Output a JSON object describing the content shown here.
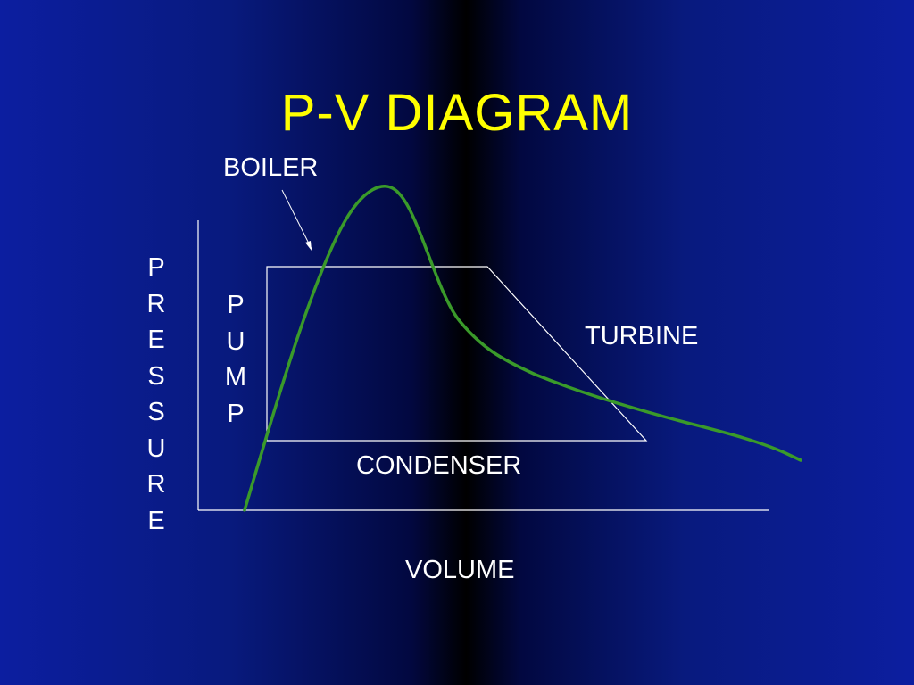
{
  "title": "P-V DIAGRAM",
  "labels": {
    "boiler": "BOILER",
    "turbine": "TURBINE",
    "condenser": "CONDENSER",
    "volume": "VOLUME",
    "pump": [
      "P",
      "U",
      "M",
      "P"
    ],
    "pressure": [
      "P",
      "R",
      "E",
      "S",
      "S",
      "U",
      "R",
      "E"
    ]
  },
  "colors": {
    "title": "#ffff00",
    "text": "#ffffff",
    "curve": "#3a9a2a",
    "cycle": "#ffffff"
  }
}
